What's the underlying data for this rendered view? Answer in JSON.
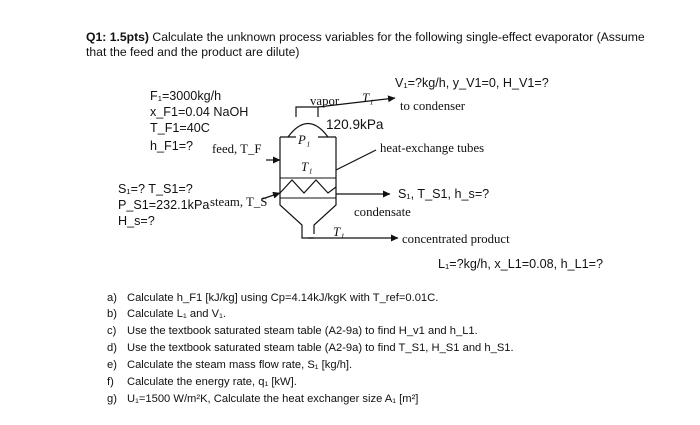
{
  "question": {
    "number": "Q1: 1.5pts)",
    "text_line1": " Calculate the unknown process variables for the following single-effect evaporator (Assume",
    "text_line2": "that the feed and the product are dilute)"
  },
  "feed": {
    "flow": "F₁=3000kg/h",
    "composition": "x_F1=0.04 NaOH",
    "temperature": "T_F1=40C",
    "enthalpy": "h_F1=?",
    "stream_label": "feed, T_F"
  },
  "vapor": {
    "spec": "V₁=?kg/h, y_V1=0, H_V1=?",
    "label": "vapor",
    "temp_label": "T₁",
    "to_label": "to condenser",
    "pressure": "120.9kPa"
  },
  "evaporator": {
    "pressure_label": "P₁",
    "temp_label": "T₁",
    "tubes_label": "heat-exchange tubes"
  },
  "steam": {
    "unknowns": "S₁=? T_S1=?",
    "pressure": "P_S1=232.1kPa",
    "enthalpy": "H_s=?",
    "stream_label": "steam, T_S"
  },
  "condensate": {
    "spec": "S₁, T_S1, h_s=?",
    "label": "condensate"
  },
  "product": {
    "temp_label": "T₁",
    "label": "concentrated product",
    "spec": "L₁=?kg/h, x_L1=0.08, h_L1=?"
  },
  "tasks": [
    {
      "letter": "a)",
      "text": "Calculate h_F1 [kJ/kg] using Cp=4.14kJ/kgK with T_ref=0.01C."
    },
    {
      "letter": "b)",
      "text": "Calculate L₁ and V₁."
    },
    {
      "letter": "c)",
      "text": "Use the textbook saturated steam table (A2-9a) to find H_v1 and h_L1."
    },
    {
      "letter": "d)",
      "text": "Use the textbook saturated steam table (A2-9a) to find T_S1, H_S1 and h_S1."
    },
    {
      "letter": "e)",
      "text": "Calculate the steam mass flow rate, S₁ [kg/h]."
    },
    {
      "letter": "f)",
      "text": "Calculate the energy rate, q₁ [kW]."
    },
    {
      "letter": "g)",
      "text": "U₁=1500 W/m²K, Calculate the heat exchanger size A₁ [m²]"
    }
  ]
}
